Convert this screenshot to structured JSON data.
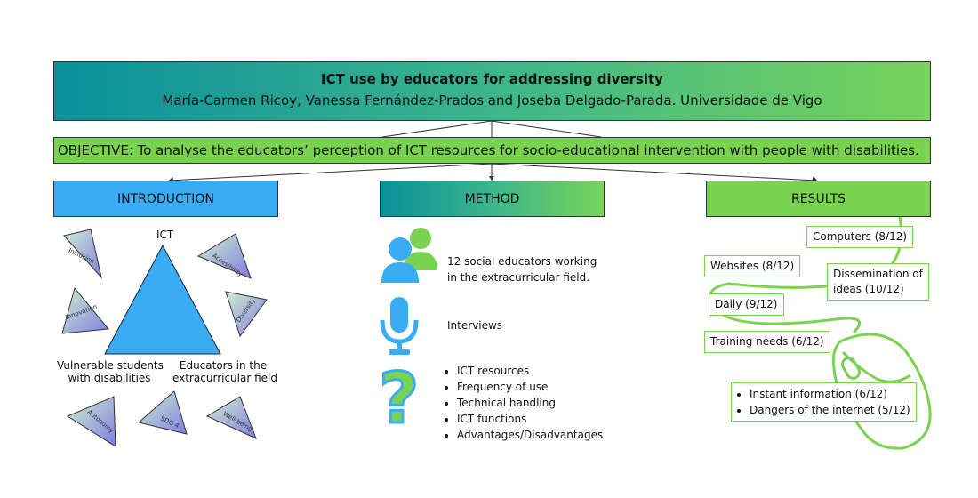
{
  "header": {
    "title": "ICT use by educators for addressing diversity",
    "authors": "María-Carmen Ricoy, Vanessa Fernández-Prados and Joseba Delgado-Parada. Universidade de Vigo"
  },
  "objective": "OBJECTIVE: To analyse the educators’ perception of ICT resources for socio-educational intervention with people with disabilities.",
  "sections": {
    "introduction": "INTRODUCTION",
    "method": "METHOD",
    "results": "RESULTS"
  },
  "introduction": {
    "triangle_top": "ICT",
    "triangle_left": [
      "Vulnerable students",
      "with disabilities"
    ],
    "triangle_right": [
      "Educators in the",
      "extracurricular field"
    ],
    "concepts": [
      "Inclusion",
      "Accesibility",
      "Innovation",
      "Diversity",
      "Autonomy",
      "SDG 4",
      "Well-being"
    ]
  },
  "method": {
    "participants": [
      "12 social educators working",
      "in the extracurricular field."
    ],
    "instrument": "Interviews",
    "topics": [
      "ICT resources",
      "Frequency of use",
      "Technical handling",
      "ICT functions",
      "Advantages/Disadvantages"
    ]
  },
  "results": {
    "computers": "Computers (8/12)",
    "websites": "Websites (8/12)",
    "dissemination": [
      "Dissemination of",
      "ideas (10/12)"
    ],
    "daily": "Daily (9/12)",
    "training": "Training needs (6/12)",
    "bullets": [
      "Instant information (6/12)",
      "Dangers of the internet (5/12)"
    ]
  },
  "colors": {
    "gradient_start": "#0a8f9c",
    "gradient_end": "#78d35a",
    "green": "#79d350",
    "blue": "#3aabf5"
  },
  "icons": [
    "people-icon",
    "microphone-icon",
    "question-mark-icon",
    "computer-mouse-icon"
  ]
}
